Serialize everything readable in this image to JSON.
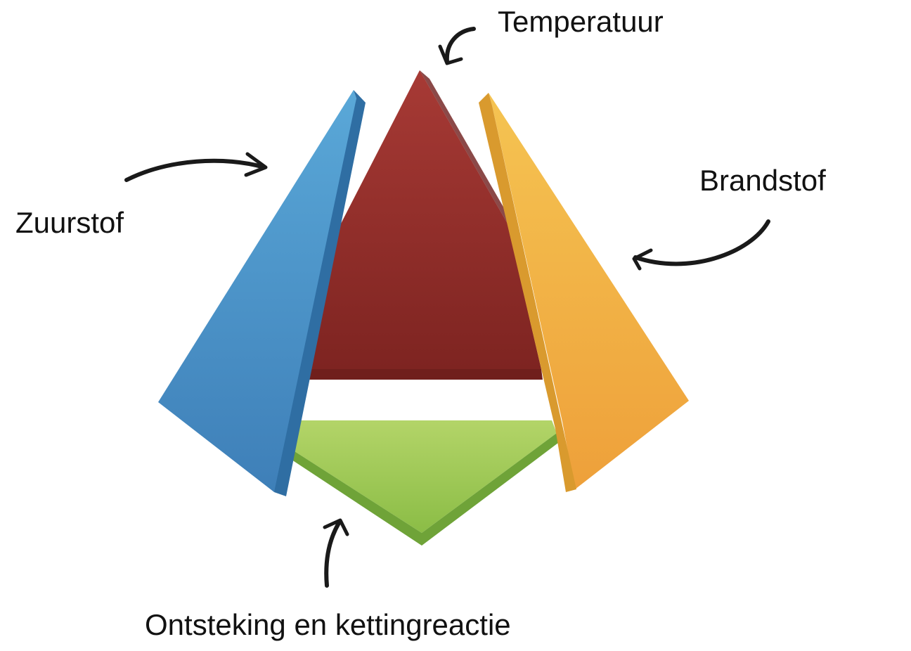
{
  "labels": {
    "temperature": "Temperatuur",
    "fuel": "Brandstof",
    "oxygen": "Zuurstof",
    "ignition": "Ontsteking en kettingreactie"
  },
  "colors": {
    "temperature": "#8e2a28",
    "oxygen": "#4a90c4",
    "fuel": "#f0b441",
    "ignition": "#9cc752",
    "arrow": "#1a1a1a"
  }
}
